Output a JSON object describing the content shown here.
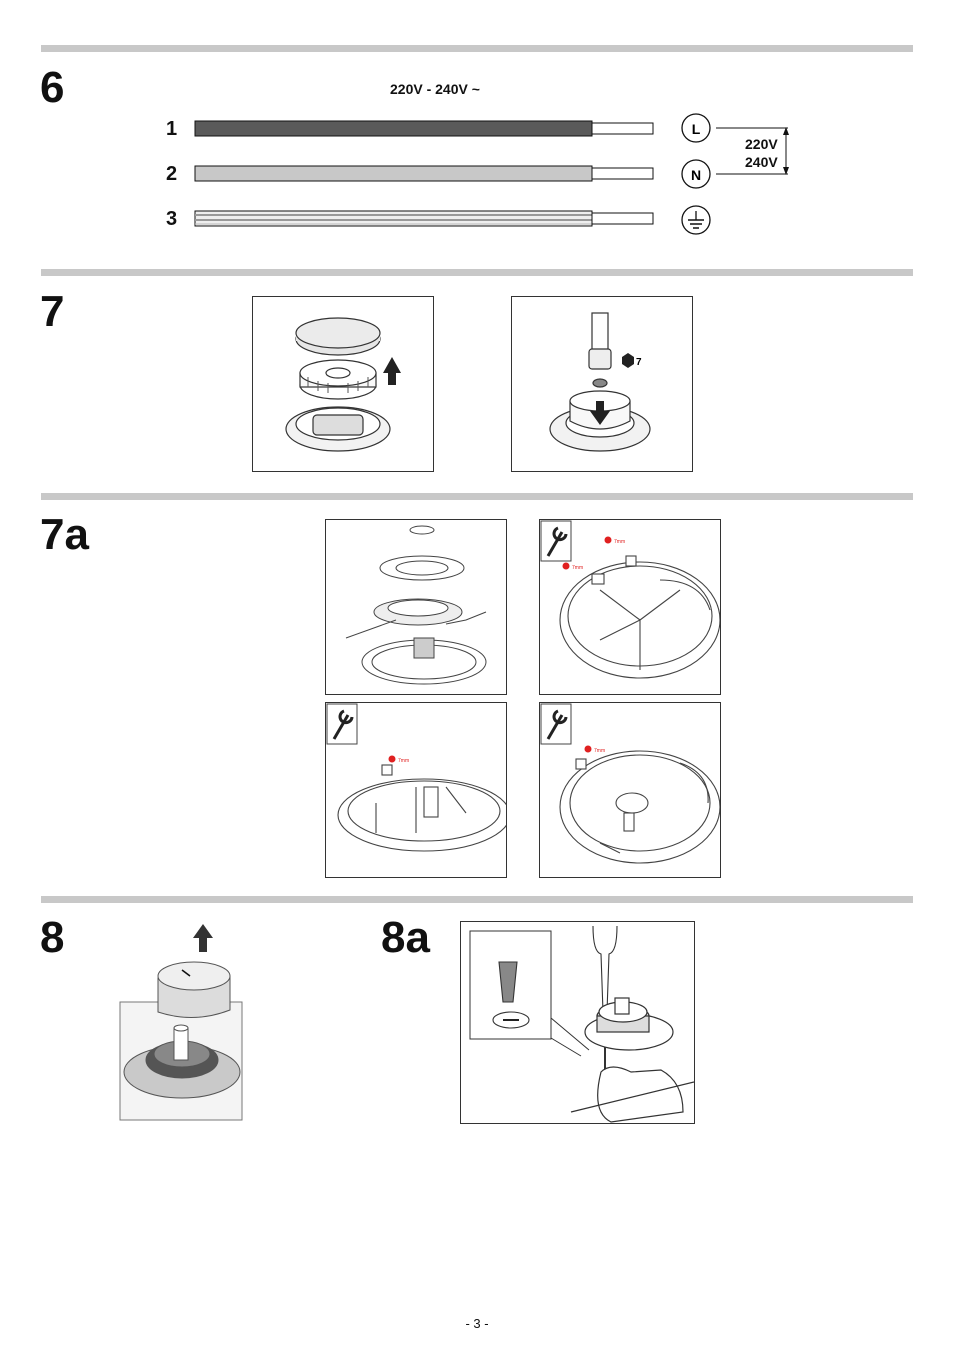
{
  "sections": {
    "s6": {
      "num": "6"
    },
    "s7": {
      "num": "7"
    },
    "s7a": {
      "num": "7a"
    },
    "s8": {
      "num": "8"
    },
    "s8a": {
      "num": "8a"
    }
  },
  "wiring": {
    "supply_label": "220V - 240V ~",
    "wires": [
      {
        "num": "1",
        "terminal": "L",
        "color": "#5a5a5a"
      },
      {
        "num": "2",
        "terminal": "N",
        "color": "#c8c8c8"
      },
      {
        "num": "3",
        "terminal": "earth",
        "color": "#e0e0e0"
      }
    ],
    "voltage_top": "220V",
    "voltage_bottom": "240V"
  },
  "fig7": {
    "hex_label": "7"
  },
  "fig7a": {
    "label_1": "7mm",
    "label_2": "7mm",
    "label_3": "7mm",
    "label_4": "7mm"
  },
  "footer": {
    "page": "- 3 -"
  },
  "colors": {
    "rule": "#c8c8c8",
    "accent": "#e02020"
  }
}
